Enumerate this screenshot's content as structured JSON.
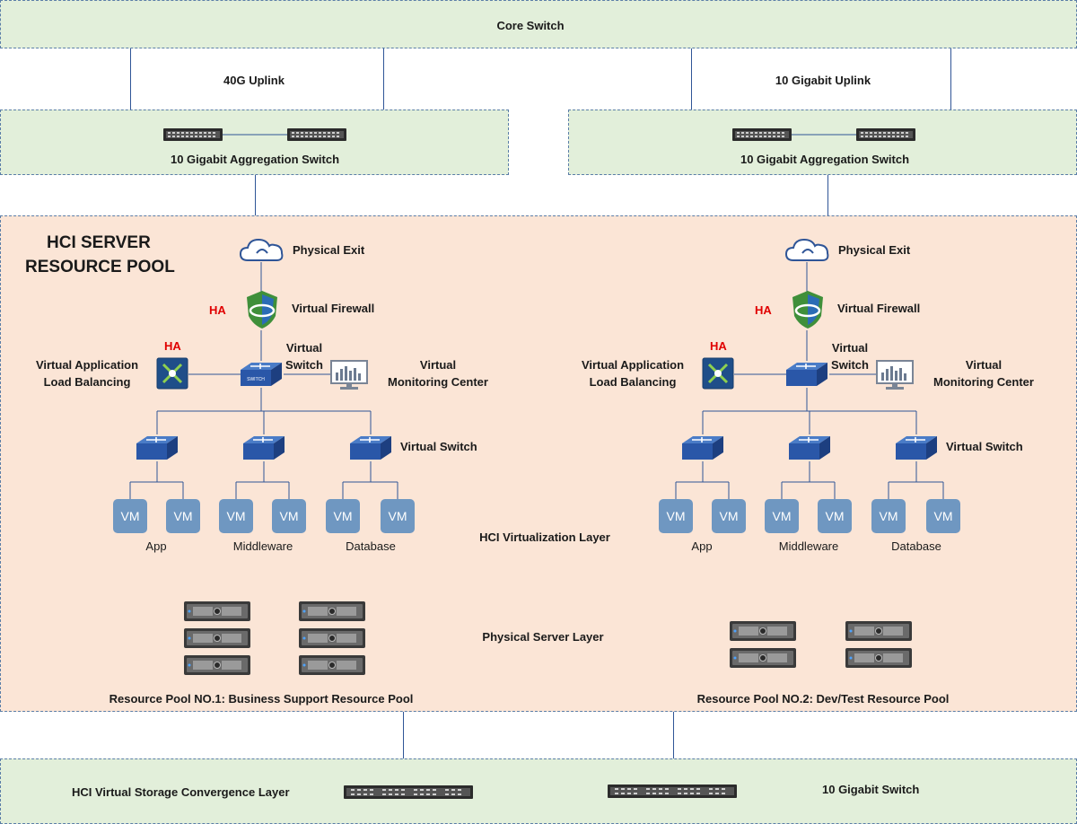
{
  "core_switch": {
    "label": "Core Switch"
  },
  "uplinks": {
    "left": "40G Uplink",
    "right": "10 Gigabit Uplink"
  },
  "aggregation": {
    "left_label": "10 Gigabit Aggregation Switch",
    "right_label": "10 Gigabit Aggregation Switch"
  },
  "pool": {
    "title_line1": "HCI SERVER",
    "title_line2": "RESOURCE POOL",
    "virtualization_layer": "HCI Virtualization Layer",
    "physical_layer": "Physical Server Layer"
  },
  "clusters": [
    {
      "physical_exit": "Physical Exit",
      "virtual_firewall": "Virtual Firewall",
      "ha_firewall": "HA",
      "ha_lb": "HA",
      "lb_line1": "Virtual Application",
      "lb_line2": "Load Balancing",
      "vswitch_line1": "Virtual",
      "vswitch_line2": "Switch",
      "monitor_line1": "Virtual",
      "monitor_line2": "Monitoring Center",
      "virtual_switch": "Virtual Switch",
      "vm": [
        "VM",
        "VM",
        "VM",
        "VM",
        "VM",
        "VM"
      ],
      "groups": [
        "App",
        "Middleware",
        "Database"
      ],
      "pool_name": "Resource Pool NO.1: Business Support Resource Pool"
    },
    {
      "physical_exit": "Physical Exit",
      "virtual_firewall": "Virtual Firewall",
      "ha_firewall": "HA",
      "ha_lb": "HA",
      "lb_line1": "Virtual Application",
      "lb_line2": "Load Balancing",
      "vswitch_line1": "Virtual",
      "vswitch_line2": "Switch",
      "monitor_line1": "Virtual",
      "monitor_line2": "Monitoring Center",
      "virtual_switch": "Virtual Switch",
      "vm": [
        "VM",
        "VM",
        "VM",
        "VM",
        "VM",
        "VM"
      ],
      "groups": [
        "App",
        "Middleware",
        "Database"
      ],
      "pool_name": "Resource Pool NO.2: Dev/Test Resource Pool"
    }
  ],
  "storage": {
    "left_label": "HCI Virtual Storage Convergence Layer",
    "right_label": "10 Gigabit Switch"
  },
  "colors": {
    "band": "#e2efda",
    "pool": "#fbe5d6",
    "link": "#2f5597",
    "vm": "#6f97c1",
    "ha": "#e00000",
    "switch": "#2a57a8"
  }
}
